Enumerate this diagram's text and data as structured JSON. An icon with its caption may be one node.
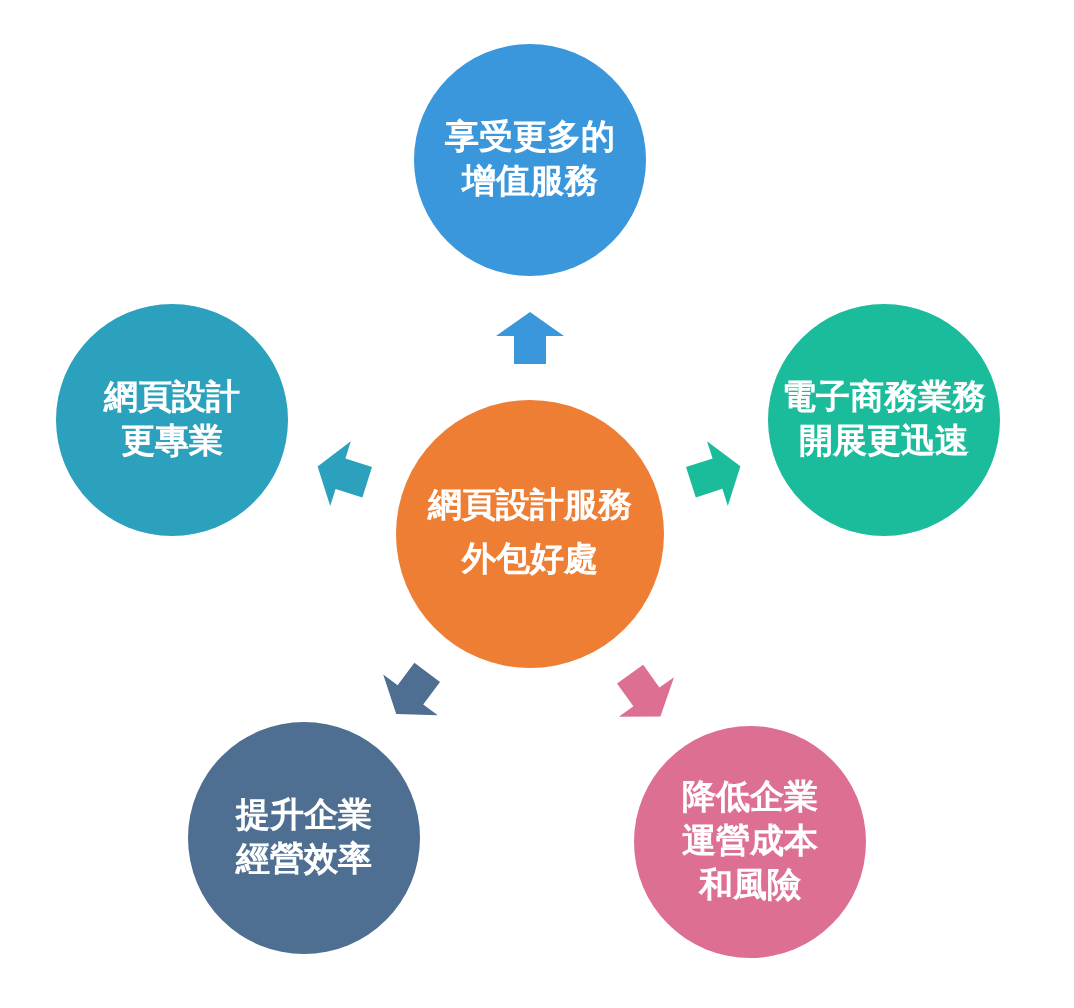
{
  "diagram": {
    "nodes": [
      {
        "text": [
          "享受更多的增值服務"
        ]
      },
      {
        "text": [
          "網頁設計更專業"
        ]
      },
      {
        "text": [
          "電子商務業務開展更迅速"
        ]
      },
      {
        "text": [
          "網頁設計服務外包好處"
        ]
      },
      {
        "text": [
          "提升企業經營效率"
        ]
      },
      {
        "text": [
          "降低企業運營成本和風險"
        ]
      }
    ],
    "edges": [
      {
        "from": 3,
        "to": 0,
        "arrow": "to",
        "color": "#3a97db"
      },
      {
        "from": 3,
        "to": 1,
        "arrow": "to",
        "color": "#2ca1bd"
      },
      {
        "from": 3,
        "to": 2,
        "arrow": "to",
        "color": "#1bbc9b"
      },
      {
        "from": 3,
        "to": 4,
        "arrow": "to",
        "color": "#4e6f91"
      },
      {
        "from": 3,
        "to": 5,
        "arrow": "to",
        "color": "#dd6f93"
      }
    ]
  }
}
